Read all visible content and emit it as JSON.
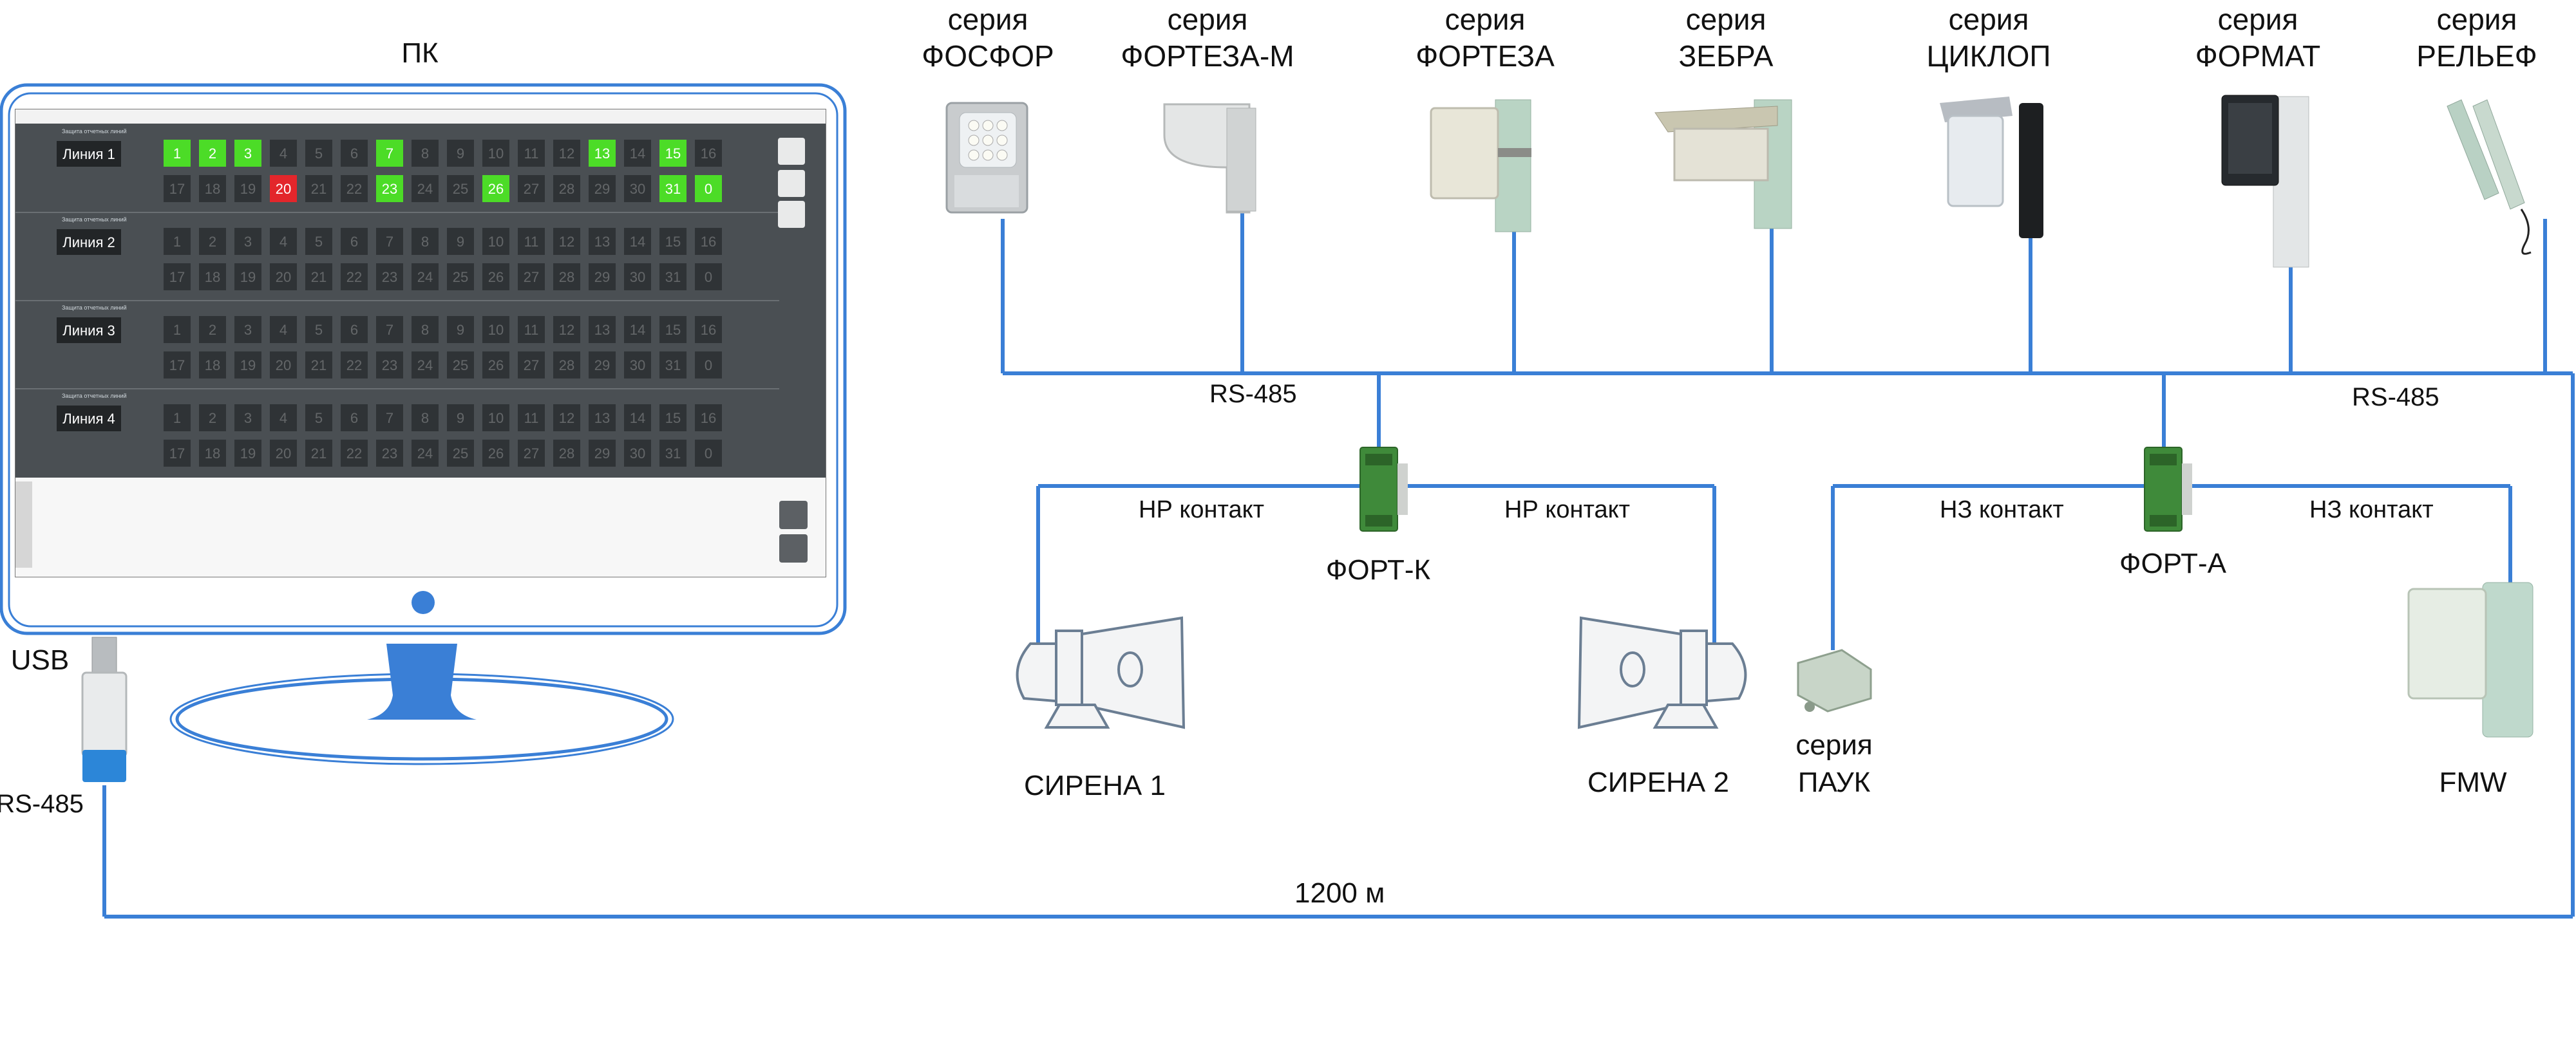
{
  "pc_label": "ПК",
  "usb_label": "USB",
  "usb_bus_label": "RS-485",
  "distance_label": "1200 м",
  "bus_labels": [
    "RS-485",
    "RS-485"
  ],
  "series_prefix": "серия",
  "detectors": [
    {
      "series": "ФОСФОР"
    },
    {
      "series": "ФОРТЕЗА-М"
    },
    {
      "series": "ФОРТЕЗА"
    },
    {
      "series": "ЗЕБРА"
    },
    {
      "series": "ЦИКЛОП"
    },
    {
      "series": "ФОРМАТ"
    },
    {
      "series": "РЕЛЬЕФ"
    }
  ],
  "modules": [
    {
      "name": "ФОРТ-К",
      "left_contact": "НР контакт",
      "right_contact": "НР контакт"
    },
    {
      "name": "ФОРТ-А",
      "left_contact": "НЗ контакт",
      "right_contact": "НЗ контакт"
    }
  ],
  "sirens": [
    "СИРЕНА 1",
    "СИРЕНА 2"
  ],
  "pauk": {
    "prefix": "серия",
    "name": "ПАУК"
  },
  "fmw_label": "FMW",
  "screen": {
    "lines": [
      {
        "label": "Линия 1",
        "section_title": "Защита отчетных линий",
        "row1": [
          "1",
          "2",
          "3",
          "4",
          "5",
          "6",
          "7",
          "8",
          "9",
          "10",
          "11",
          "12",
          "13",
          "14",
          "15",
          "16"
        ],
        "row2": [
          "17",
          "18",
          "19",
          "20",
          "21",
          "22",
          "23",
          "24",
          "25",
          "26",
          "27",
          "28",
          "29",
          "30",
          "31",
          "0"
        ],
        "green": [
          "1",
          "2",
          "3",
          "7",
          "13",
          "15",
          "23",
          "26",
          "31",
          "0"
        ],
        "red": [
          "20"
        ]
      },
      {
        "label": "Линия 2",
        "section_title": "Защита отчетных линий",
        "row1": [
          "1",
          "2",
          "3",
          "4",
          "5",
          "6",
          "7",
          "8",
          "9",
          "10",
          "11",
          "12",
          "13",
          "14",
          "15",
          "16"
        ],
        "row2": [
          "17",
          "18",
          "19",
          "20",
          "21",
          "22",
          "23",
          "24",
          "25",
          "26",
          "27",
          "28",
          "29",
          "30",
          "31",
          "0"
        ],
        "green": [],
        "red": []
      },
      {
        "label": "Линия 3",
        "section_title": "Защита отчетных линий",
        "row1": [
          "1",
          "2",
          "3",
          "4",
          "5",
          "6",
          "7",
          "8",
          "9",
          "10",
          "11",
          "12",
          "13",
          "14",
          "15",
          "16"
        ],
        "row2": [
          "17",
          "18",
          "19",
          "20",
          "21",
          "22",
          "23",
          "24",
          "25",
          "26",
          "27",
          "28",
          "29",
          "30",
          "31",
          "0"
        ],
        "green": [],
        "red": []
      },
      {
        "label": "Линия 4",
        "section_title": "Защита отчетных линий",
        "row1": [
          "1",
          "2",
          "3",
          "4",
          "5",
          "6",
          "7",
          "8",
          "9",
          "10",
          "11",
          "12",
          "13",
          "14",
          "15",
          "16"
        ],
        "row2": [
          "17",
          "18",
          "19",
          "20",
          "21",
          "22",
          "23",
          "24",
          "25",
          "26",
          "27",
          "28",
          "29",
          "30",
          "31",
          "0"
        ],
        "green": [],
        "red": []
      }
    ],
    "colors": {
      "green": "#4cdc27",
      "red": "#e3262b",
      "cell": "#2f3336",
      "panel": "#4a4f53",
      "bus": "#3a7fd6"
    }
  }
}
